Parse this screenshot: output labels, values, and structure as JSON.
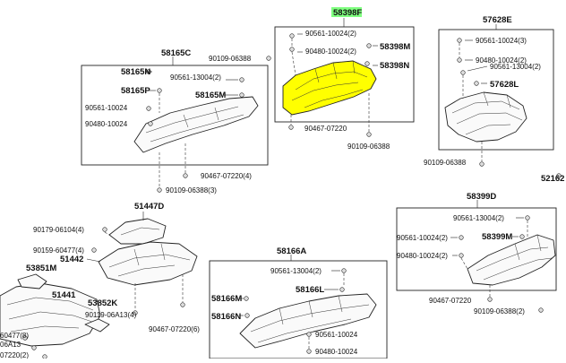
{
  "highlight_color": "#ffff00",
  "label_highlight_color": "#7fff7f",
  "labels": {
    "p58398F": "58398F",
    "p90561_10024_2_a": "90561-10024(2)",
    "p90480_10024_2_a": "90480-10024(2)",
    "p58398M": "58398M",
    "p58398N": "58398N",
    "p90109_06388_top": "90109-06388",
    "p90467_07220_top": "90467-07220",
    "p90109_06388_mid": "90109-06388",
    "p57628E": "57628E",
    "p90561_10024_3": "90561-10024(3)",
    "p90480_10024_2_b": "90480-10024(2)",
    "p90561_13004_2_b": "90561-13004(2)",
    "p57628L": "57628L",
    "p90109_06388_right": "90109-06388",
    "p52162": "52162",
    "p58165C": "58165C",
    "p58165N": "58165N",
    "p90561_13004_2_a": "90561-13004(2)",
    "p58165P": "58165P",
    "p58165M": "58165M",
    "p90561_10024_left": "90561-10024",
    "p90480_10024_left": "90480-10024",
    "p90467_07220_4": "90467-07220(4)",
    "p90109_06388_3_a": "90109-06388(3)",
    "p51447D": "51447D",
    "p90179_06104_4": "90179-06104(4)",
    "p90159_60477_4": "90159-60477(4)",
    "p51442": "51442",
    "p53851M": "53851M",
    "p51441": "51441",
    "p53852K": "53852K",
    "p90119_06A13_4": "90119-06A13(4)",
    "p90467_07220_6": "90467-07220(6)",
    "p60477_8": "60477(8)",
    "p06A13": "06A13",
    "p07220_2": "07220(2)",
    "p58399D": "58399D",
    "p90561_13004_2_c": "90561-13004(2)",
    "p90561_10024_2_c": "90561-10024(2)",
    "p58399M": "58399M",
    "p90480_10024_2_c": "90480-10024(2)",
    "p90467_07220_right": "90467-07220",
    "p90109_06388_2_b": "90109-06388(2)",
    "p58166A": "58166A",
    "p90561_13004_2_d": "90561-13004(2)",
    "p58166M": "58166M",
    "p58166L": "58166L",
    "p58166N": "58166N",
    "p90561_10024_bot": "90561-10024",
    "p90480_10024_bot": "90480-10024"
  }
}
